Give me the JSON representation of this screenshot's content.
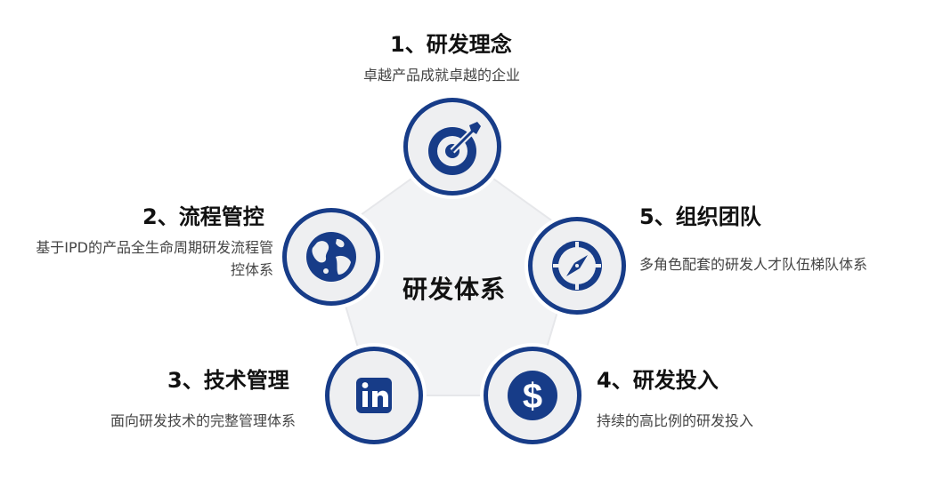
{
  "center": {
    "title": "研发体系"
  },
  "items": [
    {
      "heading": "1、研发理念",
      "description": "卓越产品成就卓越的企业",
      "icon": "target-icon"
    },
    {
      "heading": "2、流程管控",
      "description": "基于IPD的产品全生命周期研发流程管控体系",
      "icon": "globe-icon"
    },
    {
      "heading": "3、技术管理",
      "description": "面向研发技术的完整管理体系",
      "icon": "linkedin-icon"
    },
    {
      "heading": "4、研发投入",
      "description": "持续的高比例的研发投入",
      "icon": "dollar-icon"
    },
    {
      "heading": "5、组织团队",
      "description": "多角色配套的研发人才队伍梯队体系",
      "icon": "compass-icon"
    }
  ],
  "colors": {
    "accent": "#173c88",
    "node_fill": "#eeeff1",
    "pentagon_fill": "#f2f3f5"
  }
}
